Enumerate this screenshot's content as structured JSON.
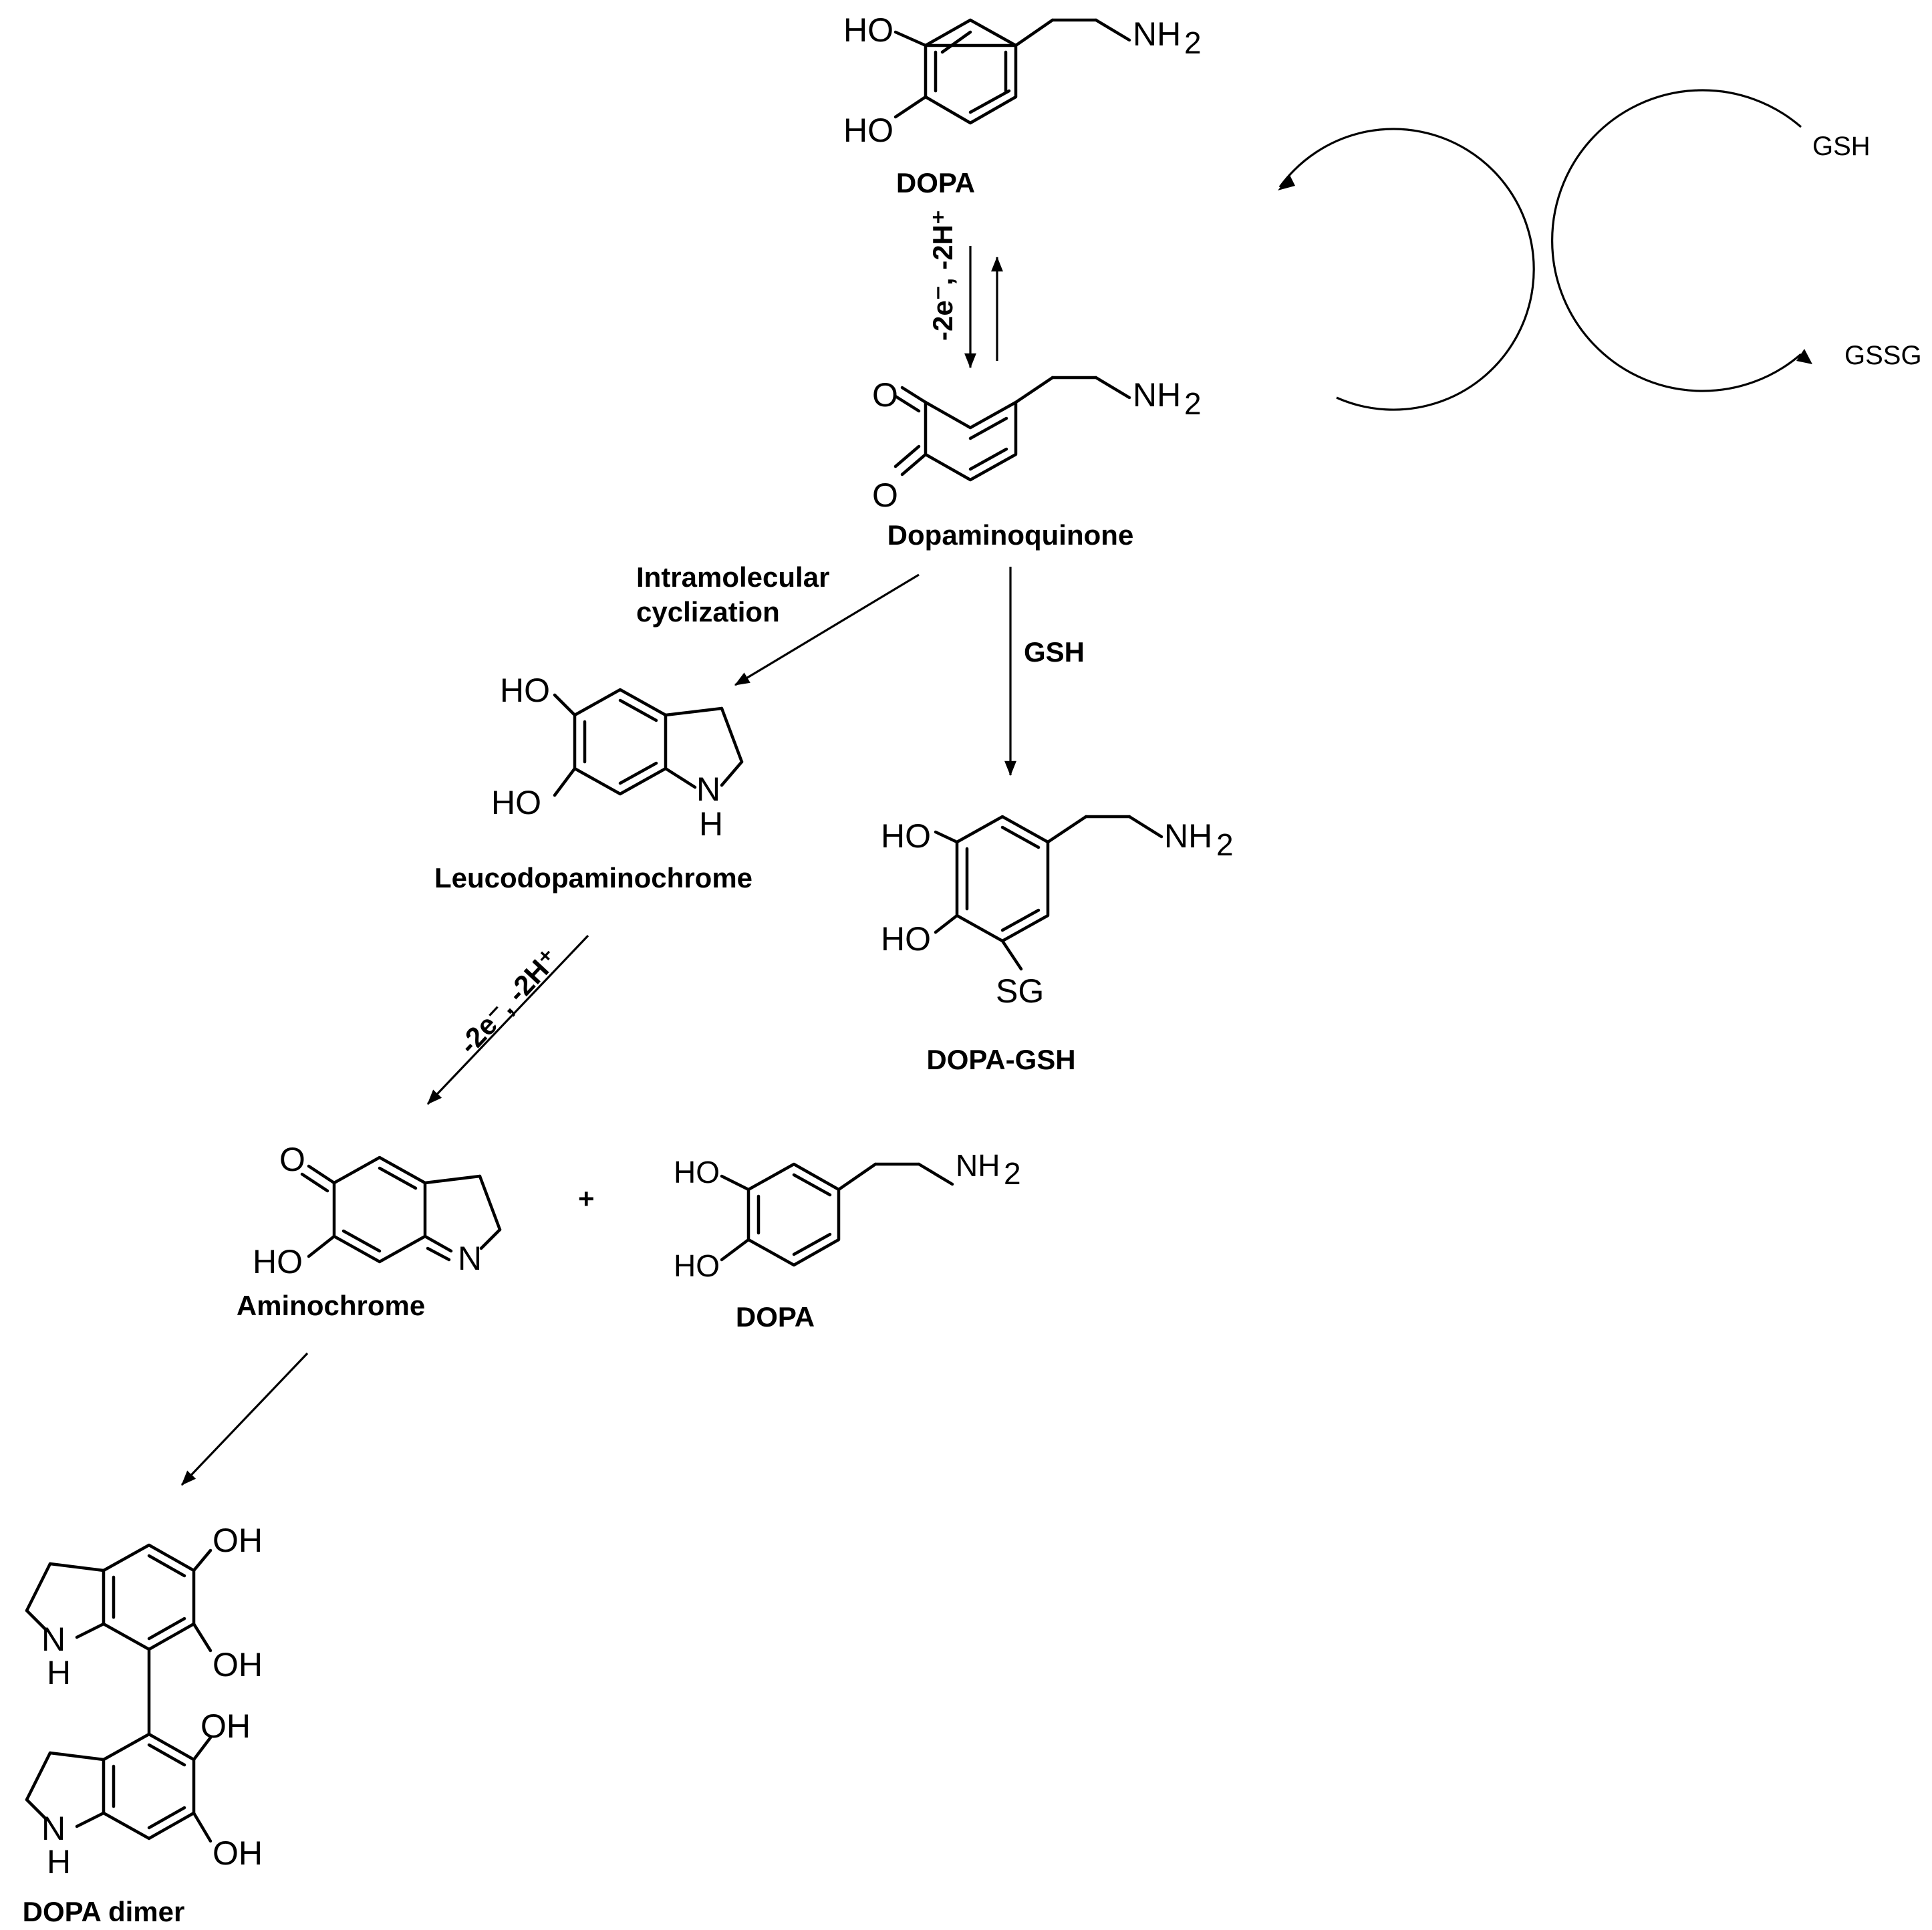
{
  "compounds": {
    "dopa_top": {
      "name": "DOPA",
      "atoms": [
        "HO",
        "HO",
        "NH",
        "2"
      ]
    },
    "dopaminoquinone": {
      "name": "Dopaminoquinone",
      "atoms": [
        "O",
        "O",
        "NH",
        "2"
      ]
    },
    "leuco": {
      "name": "Leucodopaminochrome",
      "atoms": [
        "HO",
        "HO",
        "N",
        "H"
      ]
    },
    "dopa_gsh": {
      "name": "DOPA-GSH",
      "atoms": [
        "HO",
        "HO",
        "NH",
        "2",
        "SG"
      ]
    },
    "aminochrome": {
      "name": "Aminochrome",
      "atoms": [
        "O",
        "HO",
        "N"
      ]
    },
    "dopa_bottom": {
      "name": "DOPA",
      "atoms": [
        "HO",
        "HO",
        "NH",
        "2"
      ]
    },
    "dimer": {
      "name": "DOPA dimer",
      "atoms": [
        "OH",
        "OH",
        "OH",
        "OH",
        "N",
        "H",
        "N",
        "H"
      ]
    }
  },
  "conditions": {
    "oxidation_1": "-2e⁻, -2H⁺",
    "cyclization_line1": "Intramolecular",
    "cyclization_line2": "cyclization",
    "gsh_arrow": "GSH",
    "oxidation_2": "-2e⁻, -2H⁺",
    "plus": "+"
  },
  "redox_cycle": {
    "left": "GSH",
    "right": "GSSG"
  }
}
